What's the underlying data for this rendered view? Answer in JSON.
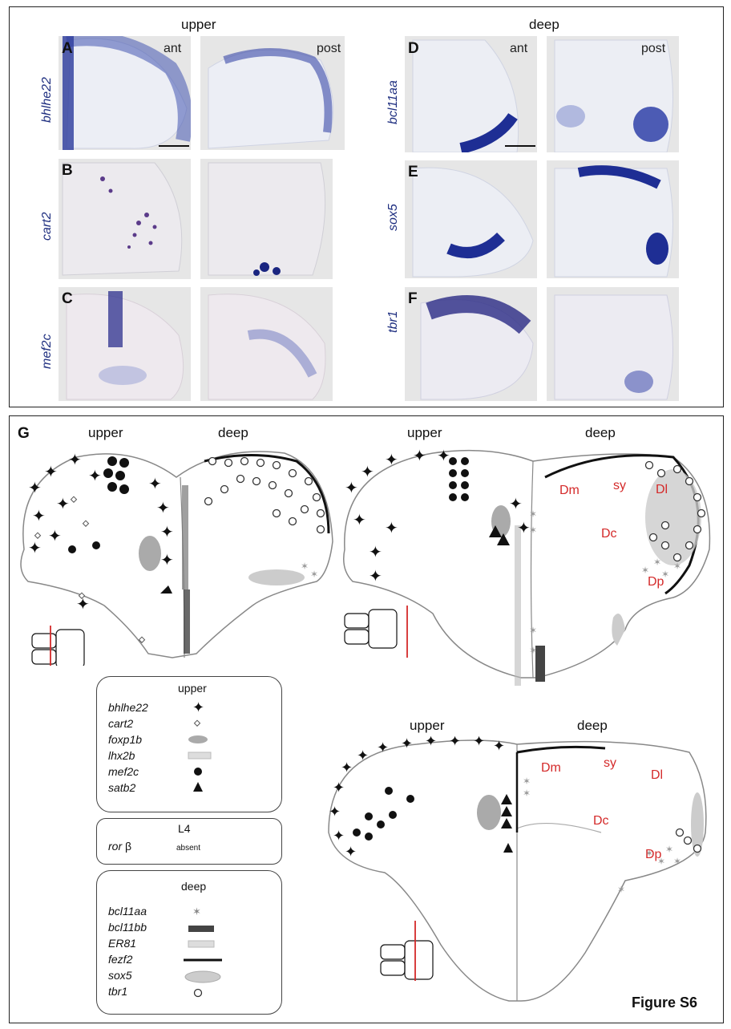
{
  "top": {
    "header_upper": "upper",
    "header_deep": "deep",
    "ant": "ant",
    "post": "post",
    "rows": [
      {
        "letter": "A",
        "gene": "bhlhe22"
      },
      {
        "letter": "B",
        "gene": "cart2"
      },
      {
        "letter": "C",
        "gene": "mef2c"
      },
      {
        "letter": "D",
        "gene": "bcl11aa"
      },
      {
        "letter": "E",
        "gene": "sox5"
      },
      {
        "letter": "F",
        "gene": "tbr1"
      }
    ]
  },
  "bottom": {
    "letter": "G",
    "upper": "upper",
    "deep": "deep",
    "regions": {
      "dm": "Dm",
      "sy": "sy",
      "dl": "Dl",
      "dc": "Dc",
      "dp": "Dp"
    },
    "legend_upper": {
      "title": "upper",
      "items": [
        "bhlhe22",
        "cart2",
        "foxp1b",
        "lhx2b",
        "mef2c",
        "satb2"
      ]
    },
    "legend_l4": {
      "title": "L4",
      "gene": "ror",
      "greek": "β",
      "value": "absent"
    },
    "legend_deep": {
      "title": "deep",
      "items": [
        "bcl11aa",
        "bcl11bb",
        "ER81",
        "fezf2",
        "sox5",
        "tbr1"
      ]
    },
    "figure_label": "Figure S6"
  },
  "colors": {
    "stain": "#2a3a9c",
    "accent_red": "#d42a2a",
    "tissue": "#e6e6e6"
  }
}
